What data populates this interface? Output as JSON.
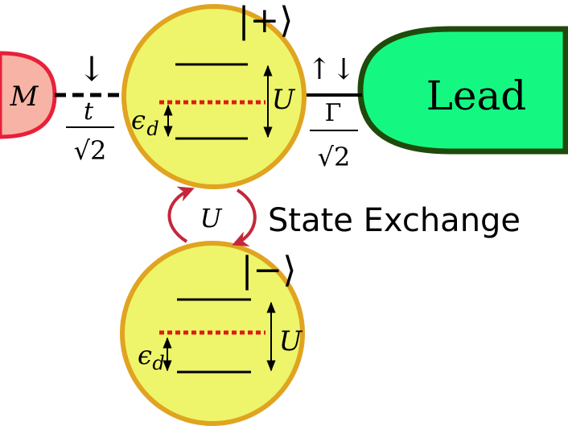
{
  "labels": {
    "majorana": "M",
    "lead": "Lead",
    "state_exchange": "State Exchange",
    "exchange_coupling": "U",
    "ket_plus": "|+⟩",
    "ket_minus": "|−⟩",
    "spin_down": "↓",
    "spin_up_down": "↑↓",
    "hopping_numerator": "t",
    "hopping_denominator": "√2",
    "gamma_numerator": "Γ",
    "gamma_denominator": "√2",
    "interaction_upper": "U",
    "interaction_lower": "U",
    "level_upper": "ϵ",
    "level_lower": "ϵ",
    "level_sub_upper": "d",
    "level_sub_lower": "d"
  },
  "colors": {
    "dot_fill": "#eef56a",
    "dot_stroke": "#e0a420",
    "majorana_fill": "#f7b4a6",
    "majorana_stroke": "#e8203a",
    "lead_fill": "#14f882",
    "lead_stroke": "#1f4a0c",
    "exchange_arrow": "#c3283a",
    "level_dotted": "#d81e0e"
  }
}
